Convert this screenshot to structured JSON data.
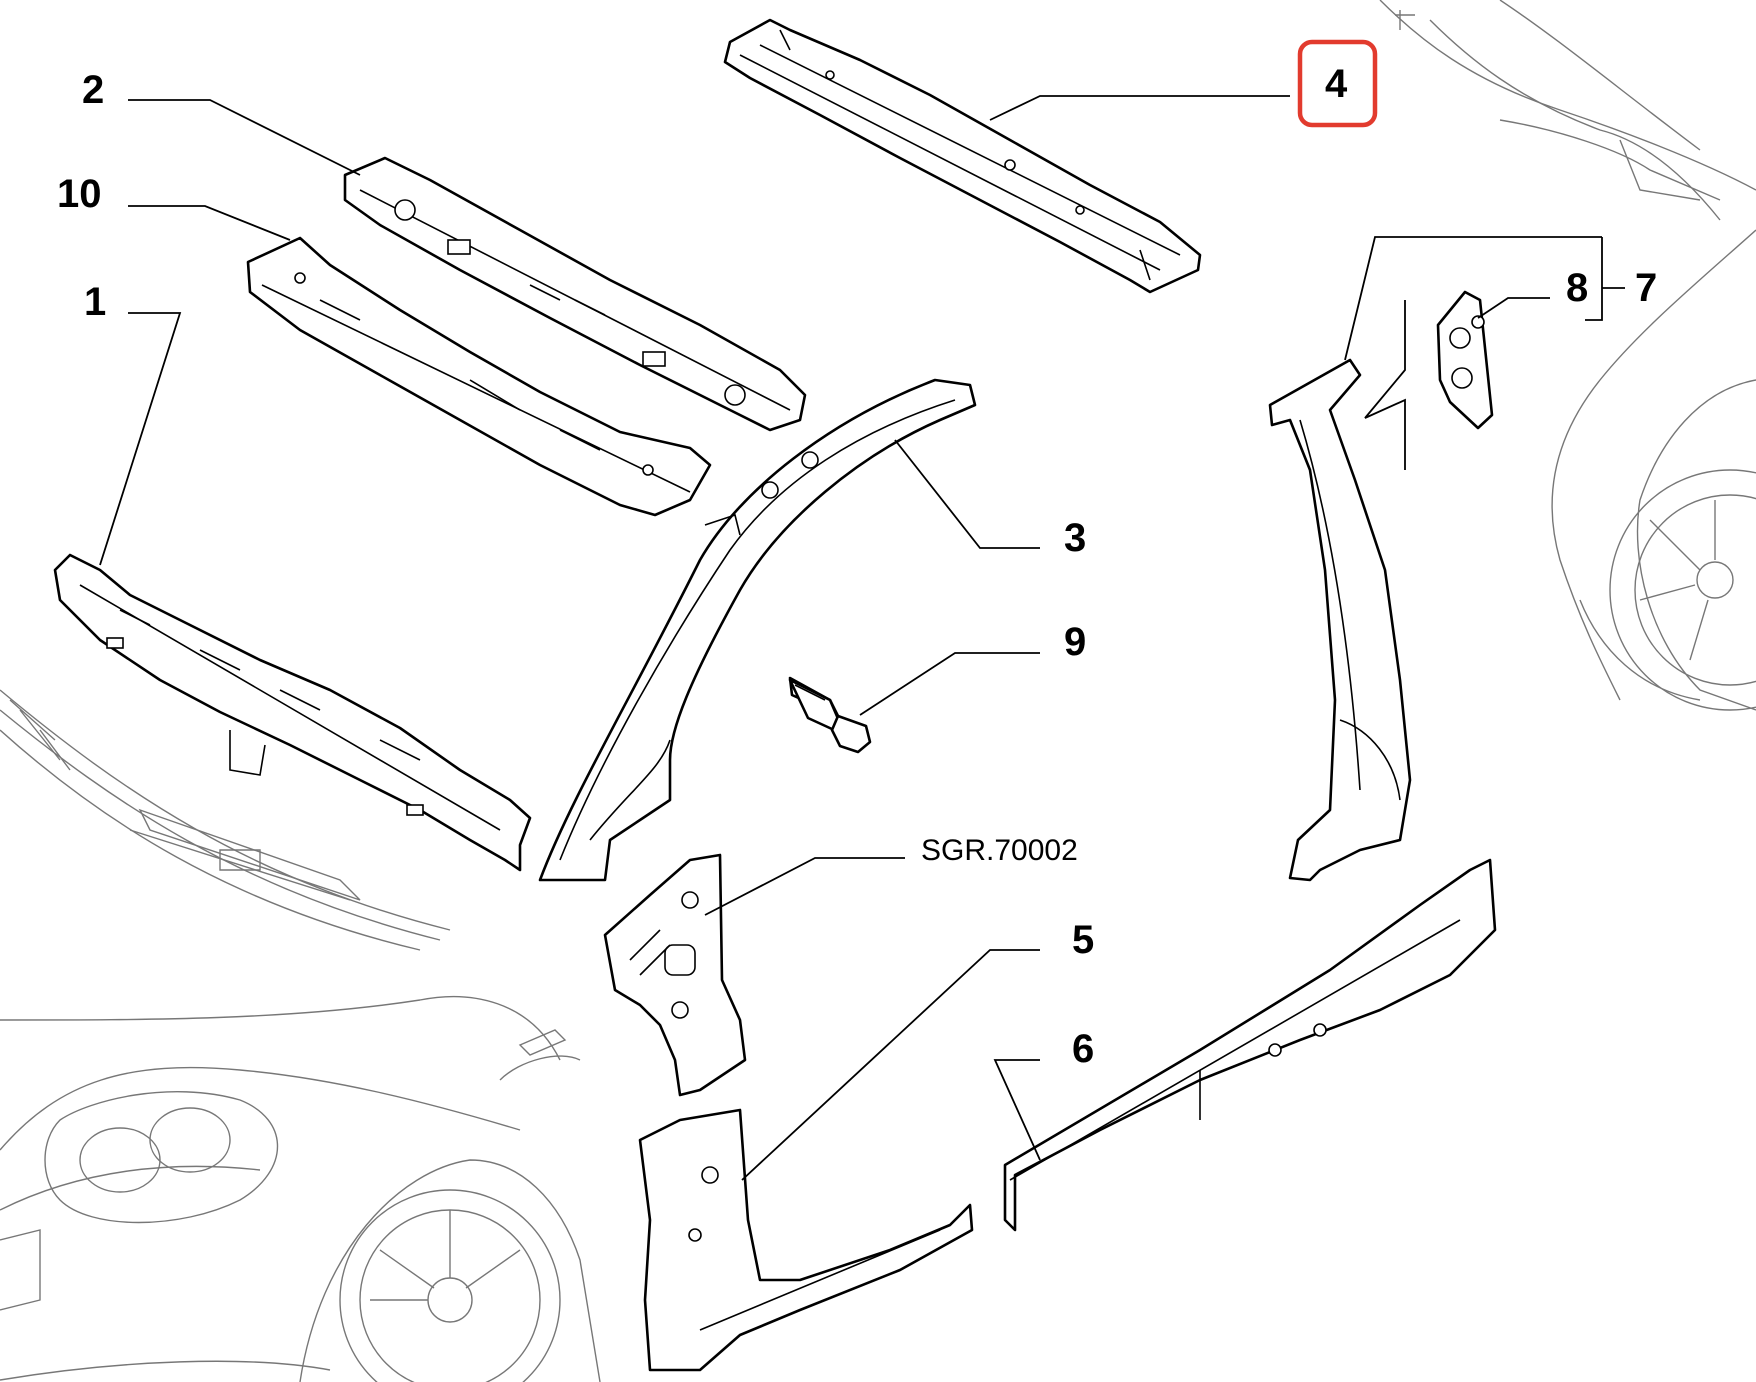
{
  "diagram": {
    "callouts": [
      {
        "id": "1",
        "label": "1"
      },
      {
        "id": "2",
        "label": "2"
      },
      {
        "id": "3",
        "label": "3"
      },
      {
        "id": "4",
        "label": "4",
        "highlighted": true
      },
      {
        "id": "5",
        "label": "5"
      },
      {
        "id": "6",
        "label": "6"
      },
      {
        "id": "7",
        "label": "7"
      },
      {
        "id": "8",
        "label": "8"
      },
      {
        "id": "9",
        "label": "9"
      },
      {
        "id": "10",
        "label": "10"
      }
    ],
    "reference_label": "SGR.70002",
    "highlight_color": "#e23b2e"
  }
}
